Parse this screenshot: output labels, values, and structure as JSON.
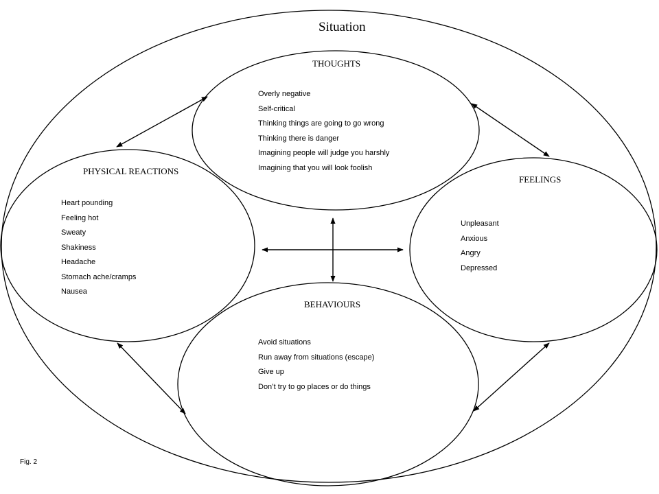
{
  "situation": {
    "title": "Situation"
  },
  "thoughts": {
    "heading": "THOUGHTS",
    "items": [
      "Overly negative",
      "Self-critical",
      "Thinking things are going to go wrong",
      "Thinking there is danger",
      "Imagining people will judge you harshly",
      "Imagining that you will look foolish"
    ]
  },
  "physical": {
    "heading": "PHYSICAL REACTIONS",
    "items": [
      "Heart pounding",
      "Feeling hot",
      "Sweaty",
      "Shakiness",
      "Headache",
      "Stomach ache/cramps",
      "Nausea"
    ]
  },
  "feelings": {
    "heading": "FEELINGS",
    "items": [
      "Unpleasant",
      "Anxious",
      "Angry",
      "Depressed"
    ]
  },
  "behaviours": {
    "heading": "BEHAVIOURS",
    "items": [
      "Avoid situations",
      "Run away from situations (escape)",
      "Give up",
      "Don’t try to go places or do things"
    ]
  },
  "figure_label": "Fig. 2"
}
